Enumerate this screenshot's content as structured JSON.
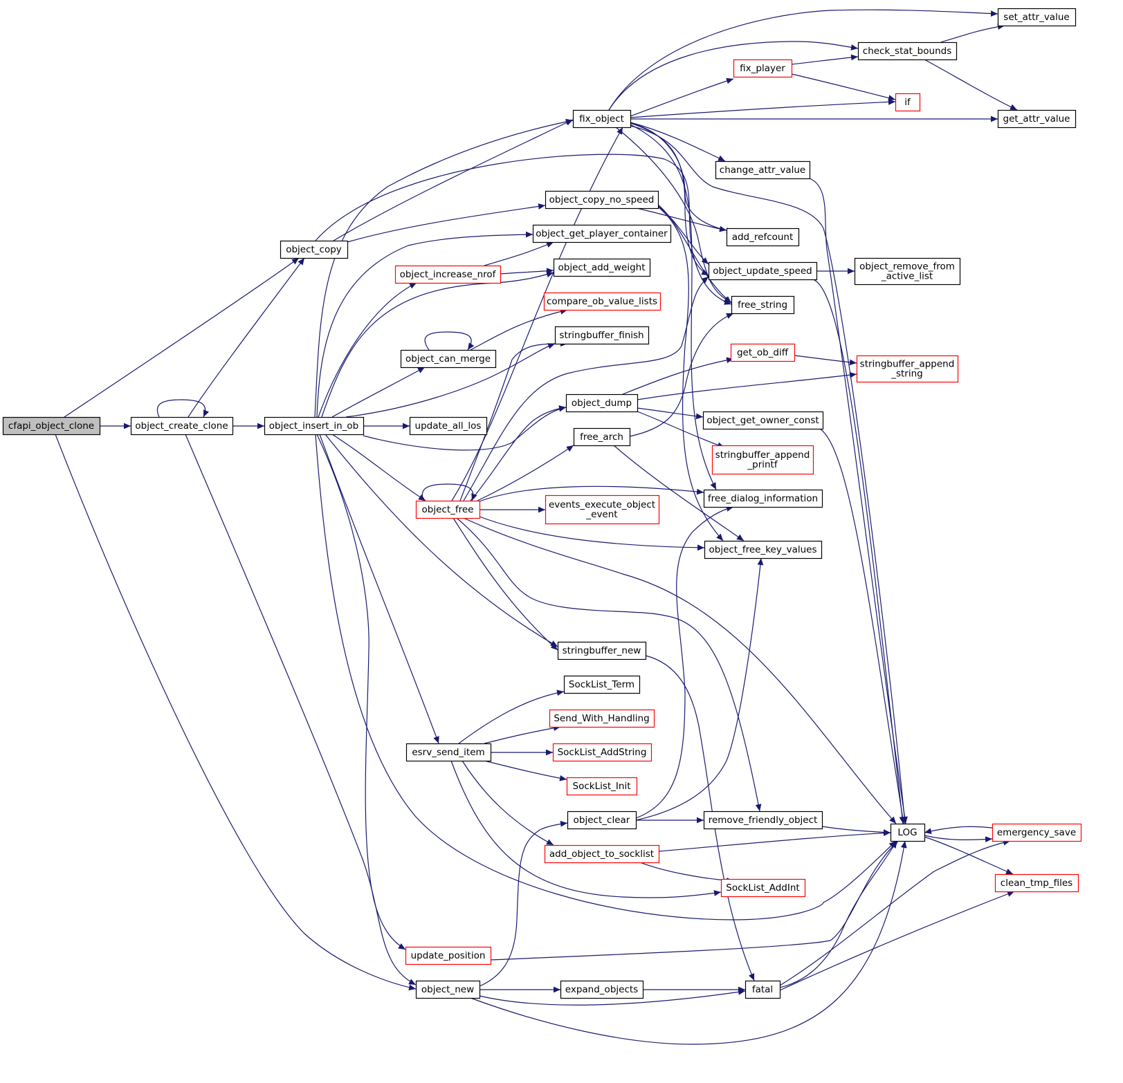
{
  "colors": {
    "edge": "#191970",
    "root_fill": "#bfbfbf",
    "node_fill": "#ffffff",
    "node_border": "#000000",
    "incomplete_border": "#ff0000"
  },
  "nodes": [
    {
      "id": "cfapi_object_clone",
      "label": "cfapi_object_clone",
      "style": "root"
    },
    {
      "id": "object_create_clone",
      "label": "object_create_clone",
      "style": "normal"
    },
    {
      "id": "object_copy",
      "label": "object_copy",
      "style": "normal"
    },
    {
      "id": "object_insert_in_ob",
      "label": "object_insert_in_ob",
      "style": "normal"
    },
    {
      "id": "fix_object",
      "label": "fix_object",
      "style": "normal"
    },
    {
      "id": "object_copy_no_speed",
      "label": "object_copy_no_speed",
      "style": "normal"
    },
    {
      "id": "object_get_player_container",
      "label": "object_get_player_container",
      "style": "normal"
    },
    {
      "id": "object_increase_nrof",
      "label": "object_increase_nrof",
      "style": "red"
    },
    {
      "id": "object_add_weight",
      "label": "object_add_weight",
      "style": "normal"
    },
    {
      "id": "compare_ob_value_lists",
      "label": "compare_ob_value_lists",
      "style": "red"
    },
    {
      "id": "stringbuffer_finish",
      "label": "stringbuffer_finish",
      "style": "normal"
    },
    {
      "id": "object_can_merge",
      "label": "object_can_merge",
      "style": "normal"
    },
    {
      "id": "update_all_los",
      "label": "update_all_los",
      "style": "normal"
    },
    {
      "id": "object_dump",
      "label": "object_dump",
      "style": "normal"
    },
    {
      "id": "free_arch",
      "label": "free_arch",
      "style": "normal"
    },
    {
      "id": "object_free",
      "label": "object_free",
      "style": "red"
    },
    {
      "id": "events_execute_object_event",
      "label": "events_execute_object\n_event",
      "style": "red"
    },
    {
      "id": "stringbuffer_new",
      "label": "stringbuffer_new",
      "style": "normal"
    },
    {
      "id": "SockList_Term",
      "label": "SockList_Term",
      "style": "normal"
    },
    {
      "id": "Send_With_Handling",
      "label": "Send_With_Handling",
      "style": "red"
    },
    {
      "id": "esrv_send_item",
      "label": "esrv_send_item",
      "style": "normal"
    },
    {
      "id": "SockList_AddString",
      "label": "SockList_AddString",
      "style": "red"
    },
    {
      "id": "SockList_Init",
      "label": "SockList_Init",
      "style": "red"
    },
    {
      "id": "object_clear",
      "label": "object_clear",
      "style": "normal"
    },
    {
      "id": "add_object_to_socklist",
      "label": "add_object_to_socklist",
      "style": "red"
    },
    {
      "id": "update_position",
      "label": "update_position",
      "style": "red"
    },
    {
      "id": "object_new",
      "label": "object_new",
      "style": "normal"
    },
    {
      "id": "expand_objects",
      "label": "expand_objects",
      "style": "normal"
    },
    {
      "id": "fix_player",
      "label": "fix_player",
      "style": "red"
    },
    {
      "id": "change_attr_value",
      "label": "change_attr_value",
      "style": "normal"
    },
    {
      "id": "add_refcount",
      "label": "add_refcount",
      "style": "normal"
    },
    {
      "id": "object_update_speed",
      "label": "object_update_speed",
      "style": "normal"
    },
    {
      "id": "free_string",
      "label": "free_string",
      "style": "normal"
    },
    {
      "id": "get_ob_diff",
      "label": "get_ob_diff",
      "style": "red"
    },
    {
      "id": "object_get_owner_const",
      "label": "object_get_owner_const",
      "style": "normal"
    },
    {
      "id": "stringbuffer_append_printf",
      "label": "stringbuffer_append\n_printf",
      "style": "red"
    },
    {
      "id": "free_dialog_information",
      "label": "free_dialog_information",
      "style": "normal"
    },
    {
      "id": "object_free_key_values",
      "label": "object_free_key_values",
      "style": "normal"
    },
    {
      "id": "remove_friendly_object",
      "label": "remove_friendly_object",
      "style": "normal"
    },
    {
      "id": "SockList_AddInt",
      "label": "SockList_AddInt",
      "style": "red"
    },
    {
      "id": "fatal",
      "label": "fatal",
      "style": "normal"
    },
    {
      "id": "check_stat_bounds",
      "label": "check_stat_bounds",
      "style": "normal"
    },
    {
      "id": "if",
      "label": "if",
      "style": "red"
    },
    {
      "id": "object_remove_from_active_list",
      "label": "object_remove_from\n_active_list",
      "style": "normal"
    },
    {
      "id": "stringbuffer_append_string",
      "label": "stringbuffer_append\n_string",
      "style": "red"
    },
    {
      "id": "LOG",
      "label": "LOG",
      "style": "normal"
    },
    {
      "id": "set_attr_value",
      "label": "set_attr_value",
      "style": "normal"
    },
    {
      "id": "get_attr_value",
      "label": "get_attr_value",
      "style": "normal"
    },
    {
      "id": "emergency_save",
      "label": "emergency_save",
      "style": "red"
    },
    {
      "id": "clean_tmp_files",
      "label": "clean_tmp_files",
      "style": "red"
    }
  ]
}
